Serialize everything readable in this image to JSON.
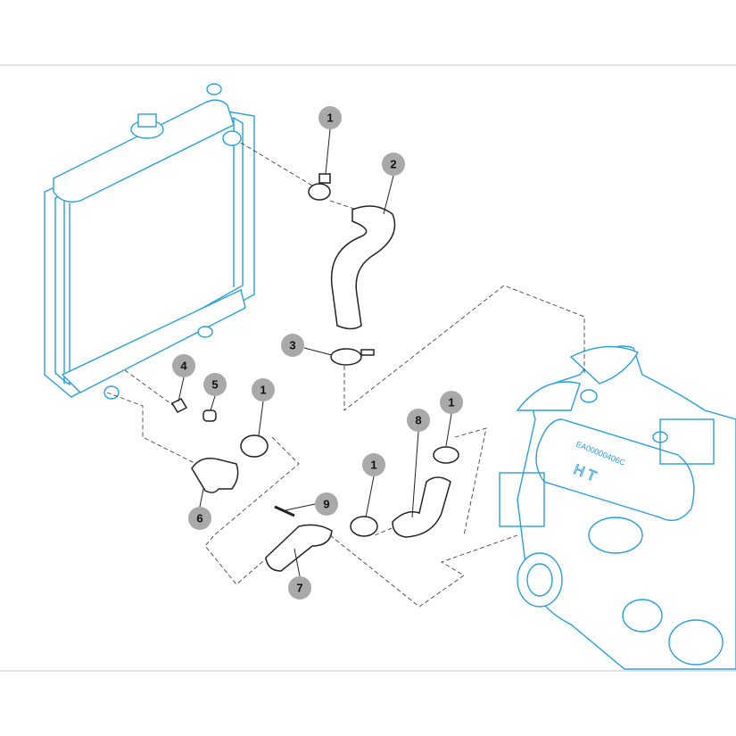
{
  "diagram": {
    "engine_label": "EA00000406C",
    "engine_hot_label": "H  T",
    "callouts": [
      {
        "label": "1",
        "part": "clamp-upper"
      },
      {
        "label": "2",
        "part": "upper-hose"
      },
      {
        "label": "3",
        "part": "hose-clamp"
      },
      {
        "label": "4",
        "part": "drain-cock"
      },
      {
        "label": "5",
        "part": "drain-cap"
      },
      {
        "label": "1",
        "part": "clamp-radiator-outlet"
      },
      {
        "label": "6",
        "part": "lower-elbow-hose"
      },
      {
        "label": "1",
        "part": "clamp-middle"
      },
      {
        "label": "8",
        "part": "engine-inlet-hose"
      },
      {
        "label": "1",
        "part": "clamp-engine"
      },
      {
        "label": "9",
        "part": "bolt"
      },
      {
        "label": "7",
        "part": "lower-pipe"
      }
    ],
    "colors": {
      "line_art": "#2a9fd8",
      "callout": "#a9a9a9",
      "rule": "#e3e3e3"
    }
  }
}
